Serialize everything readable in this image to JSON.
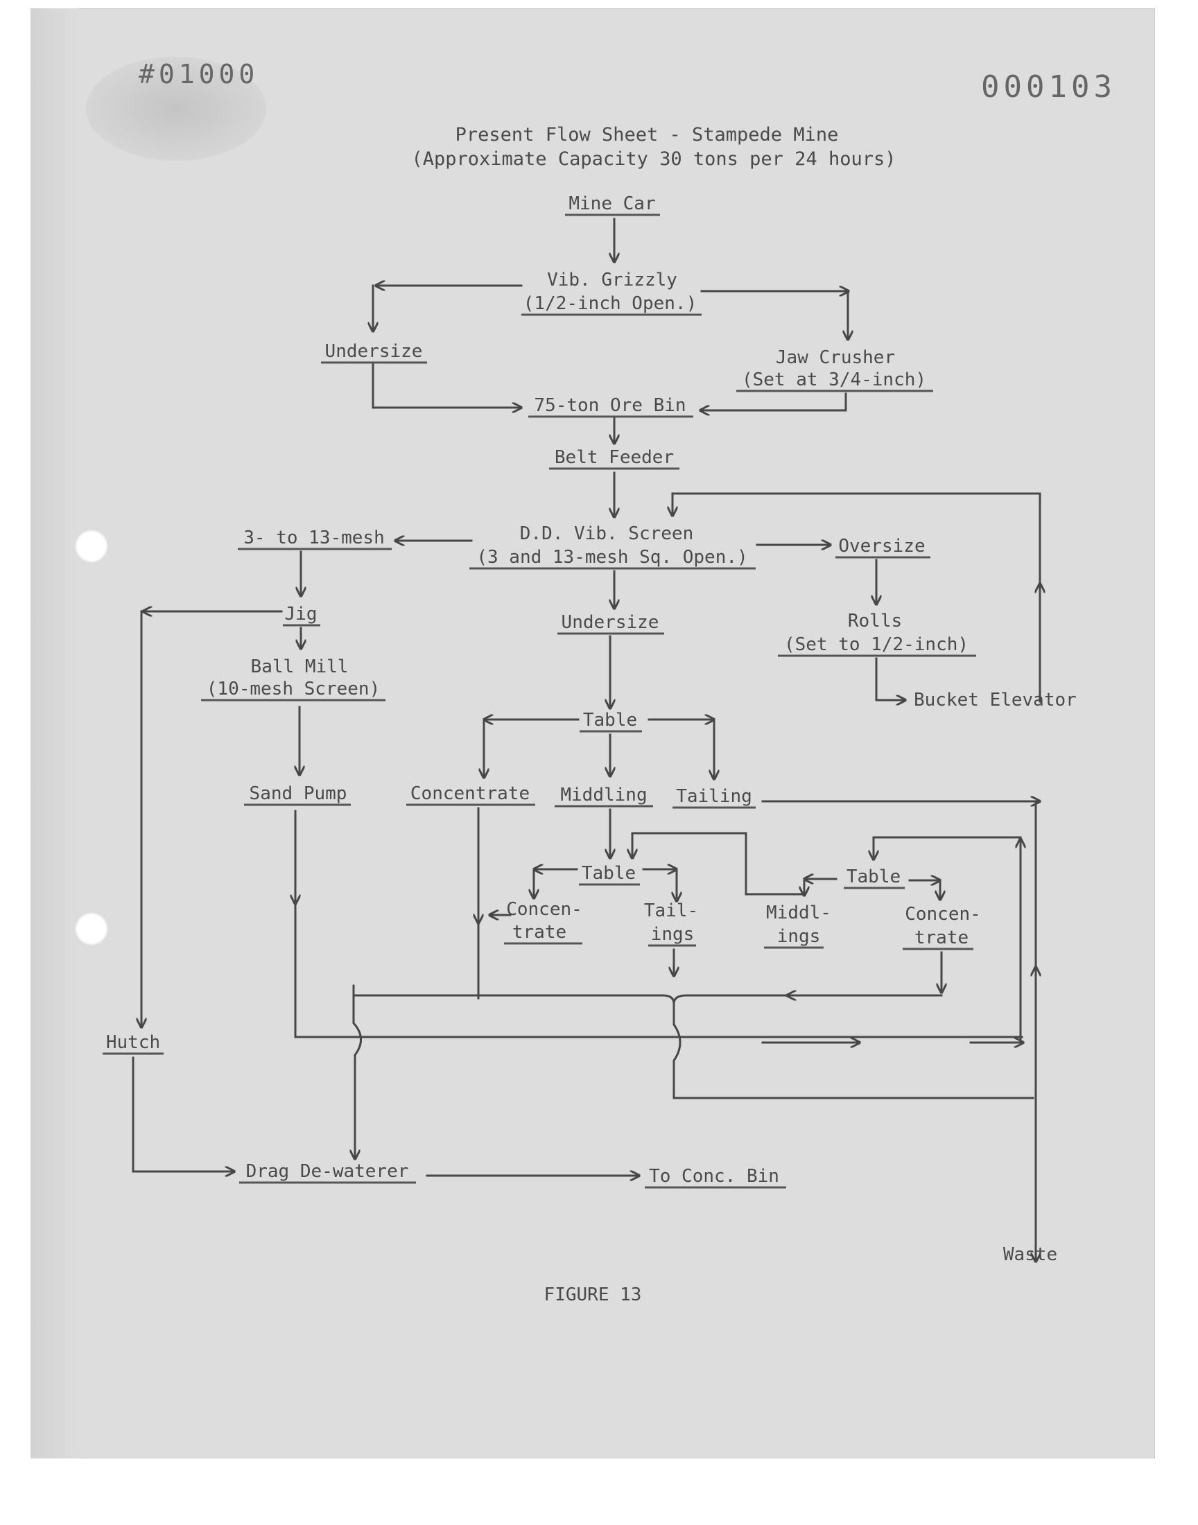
{
  "stamps": {
    "left": "#01000",
    "right": "000103"
  },
  "title": {
    "line1": "Present Flow Sheet - Stampede Mine",
    "line2": "(Approximate Capacity 30 tons per 24 hours)"
  },
  "nodes": {
    "mine_car": "Mine Car",
    "vib_grizzly": "Vib. Grizzly",
    "vib_grizzly_sub": "(1/2-inch Open.)",
    "undersize_1": "Undersize",
    "jaw_crusher": "Jaw Crusher",
    "jaw_crusher_sub": "(Set at 3/4-inch)",
    "ore_bin": "75-ton Ore Bin",
    "belt_feeder": "Belt Feeder",
    "dd_screen": "D.D. Vib. Screen",
    "dd_screen_sub": "(3 and 13-mesh Sq. Open.)",
    "mesh_3_13": "3- to 13-mesh",
    "oversize": "Oversize",
    "jig": "Jig",
    "undersize_2": "Undersize",
    "rolls": "Rolls",
    "rolls_sub": "(Set to 1/2-inch)",
    "ball_mill": "Ball Mill",
    "ball_mill_sub": "(10-mesh Screen)",
    "bucket_elevator": "Bucket Elevator",
    "table_1": "Table",
    "sand_pump": "Sand Pump",
    "concentrate": "Concentrate",
    "middling": "Middling",
    "tailing": "Tailing",
    "table_2": "Table",
    "table_3": "Table",
    "concen_2_a": "Concen-",
    "concen_2_b": "trate",
    "tailings_2_a": "Tail-",
    "tailings_2_b": "ings",
    "middlings_3_a": "Middl-",
    "middlings_3_b": "ings",
    "concen_3_a": "Concen-",
    "concen_3_b": "trate",
    "hutch": "Hutch",
    "drag_dewaterer": "Drag De-waterer",
    "to_conc_bin": "To Conc. Bin",
    "waste": "Waste"
  },
  "caption": "FIGURE 13"
}
